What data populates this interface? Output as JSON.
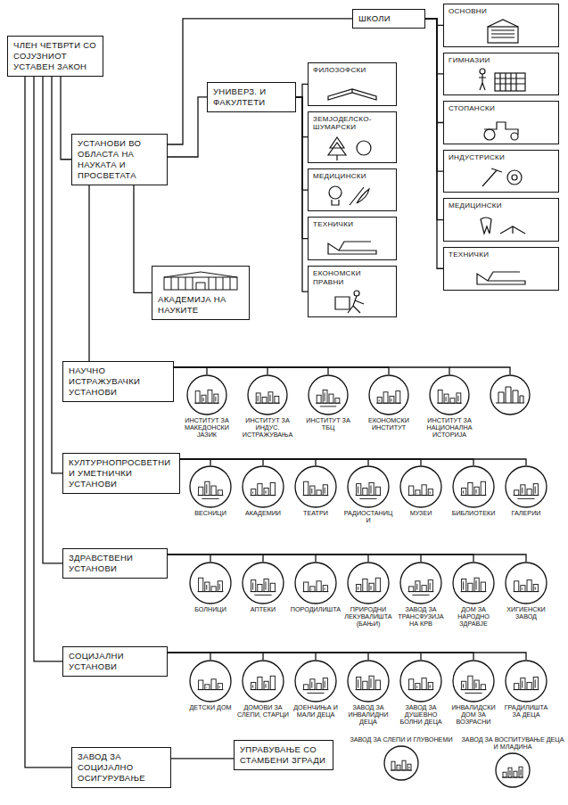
{
  "diagram": {
    "nodes": [
      {
        "text": [
          "ЧЛЕН ЧЕТВРТИ СО СОЈУЗНИОТ УСТАВЕН ЗАКОН"
        ]
      },
      {
        "text": [
          "ШКОЛИ"
        ]
      },
      {
        "text": [
          "ОСНОВНИ"
        ]
      },
      {
        "text": [
          "ГИМНАЗИИ"
        ]
      },
      {
        "text": [
          "СТОПАНСКИ"
        ]
      },
      {
        "text": [
          "ИНДУСТРИСКИ"
        ]
      },
      {
        "text": [
          "МЕДИЦИНСКИ"
        ]
      },
      {
        "text": [
          "ТЕХНИЧКИ"
        ]
      },
      {
        "text": [
          "УНИВЕРЗ. И ФАКУЛТЕТИ"
        ]
      },
      {
        "text": [
          "ФИЛОЗОФСКИ"
        ]
      },
      {
        "text": [
          "ЗЕМЈОДЕЛСКО-ШУМАРСКИ"
        ]
      },
      {
        "text": [
          "МЕДИЦИНСКИ"
        ]
      },
      {
        "text": [
          "ТЕХНИЧКИ"
        ]
      },
      {
        "text": [
          "ЕКОНОМСКИ ПРАВНИ"
        ]
      },
      {
        "text": [
          "УСТАНОВИ ВО ОБЛАСТА НА НАУКАТА И ПРОСВЕТАТА"
        ]
      },
      {
        "text": [
          "АКАДЕМИЈА НА НАУКИТЕ"
        ]
      },
      {
        "text": [
          "НАУЧНО ИСТРАЖУВАЧКИ УСТАНОВИ"
        ]
      },
      {
        "text": [
          "ИНСТИТУТ ЗА МАКЕДОНСКИ ЈАЗИК"
        ]
      },
      {
        "text": [
          "ИНСТИТУТ ЗА ИНДУС. ИСТРАЖУВАЊА"
        ]
      },
      {
        "text": [
          "ИНСТИТУТ ЗА ТБЦ"
        ]
      },
      {
        "text": [
          "ЕКОНОМСКИ ИНСТИТУТ"
        ]
      },
      {
        "text": [
          "ИНСТИТУТ ЗА НАЦИОНАЛНА ИСТОРИЈА"
        ]
      },
      {
        "text": [
          "КУЛТУРНОПРОСВЕТНИ И УМЕТНИЧКИ УСТАНОВИ"
        ]
      },
      {
        "text": [
          "ВЕСНИЦИ"
        ]
      },
      {
        "text": [
          "АКАДЕМИИ"
        ]
      },
      {
        "text": [
          "ТЕАТРИ"
        ]
      },
      {
        "text": [
          "РАДИОСТАНИЦИ"
        ]
      },
      {
        "text": [
          "МУЗЕИ"
        ]
      },
      {
        "text": [
          "БИБЛИОТЕКИ"
        ]
      },
      {
        "text": [
          "ГАЛЕРИИ"
        ]
      },
      {
        "text": [
          "ЗДРАВСТВЕНИ УСТАНОВИ"
        ]
      },
      {
        "text": [
          "БОЛНИЦИ"
        ]
      },
      {
        "text": [
          "АПТЕКИ"
        ]
      },
      {
        "text": [
          "ПОРОДИЛИШТА"
        ]
      },
      {
        "text": [
          "ПРИРОДНИ ЛЕКУВАЛИШТА (БАЊИ)"
        ]
      },
      {
        "text": [
          "ЗАВОД ЗА ТРАНСФУЗИЈА НА КРВ"
        ]
      },
      {
        "text": [
          "ДОМ ЗА НАРОДНО ЗДРАВЈЕ"
        ]
      },
      {
        "text": [
          "ХИГИЕНСКИ ЗАВОД"
        ]
      },
      {
        "text": [
          "СОЦИЈАЛНИ УСТАНОВИ"
        ]
      },
      {
        "text": [
          "ДЕТСКИ ДОМ"
        ]
      },
      {
        "text": [
          "ДОМОВИ ЗА СЛЕПИ, СТАРЦИ"
        ]
      },
      {
        "text": [
          "ДОЕНЧИЊА И МАЛИ ДЕЦА"
        ]
      },
      {
        "text": [
          "ЗАВОД ЗА ИНВАЛИДНИ ДЕЦА"
        ]
      },
      {
        "text": [
          "ЗАВОД ЗА ДУШЕВНО БОЛНИ ДЕЦА"
        ]
      },
      {
        "text": [
          "ИНВАЛИДСКИ ДОМ ЗА ВОЗРАСНИ"
        ]
      },
      {
        "text": [
          "ГРАДИЛИШТА ЗА ДЕЦА"
        ]
      },
      {
        "text": [
          "ЗАВОД ЗА СОЦИЈАЛНО ОСИГУРУВАЊЕ"
        ]
      },
      {
        "text": [
          "УПРАВУВАЊЕ СО СТАМБЕНИ ЗГРАДИ"
        ]
      },
      {
        "text": [
          "ЗАВОД ЗА СЛЕПИ И ГЛУВОНЕМИ"
        ]
      },
      {
        "text": [
          "ЗАВОД ЗА ВОСПИТУВАЊЕ ДЕЦА И МЛАДИНА"
        ]
      }
    ],
    "edges": [
      {
        "from": 0,
        "to": 14,
        "arrow": "none"
      },
      {
        "from": 0,
        "to": 22,
        "arrow": "none"
      },
      {
        "from": 0,
        "to": 30,
        "arrow": "none"
      },
      {
        "from": 0,
        "to": 38,
        "arrow": "none"
      },
      {
        "from": 0,
        "to": 46,
        "arrow": "none"
      },
      {
        "from": 14,
        "to": 1,
        "arrow": "none"
      },
      {
        "from": 14,
        "to": 8,
        "arrow": "none"
      },
      {
        "from": 14,
        "to": 15,
        "arrow": "none"
      },
      {
        "from": 14,
        "to": 16,
        "arrow": "none"
      },
      {
        "from": 1,
        "to": 2,
        "arrow": "none"
      },
      {
        "from": 1,
        "to": 3,
        "arrow": "none"
      },
      {
        "from": 1,
        "to": 4,
        "arrow": "none"
      },
      {
        "from": 1,
        "to": 5,
        "arrow": "none"
      },
      {
        "from": 1,
        "to": 6,
        "arrow": "none"
      },
      {
        "from": 1,
        "to": 7,
        "arrow": "none"
      },
      {
        "from": 8,
        "to": 9,
        "arrow": "none"
      },
      {
        "from": 8,
        "to": 10,
        "arrow": "none"
      },
      {
        "from": 8,
        "to": 11,
        "arrow": "none"
      },
      {
        "from": 8,
        "to": 12,
        "arrow": "none"
      },
      {
        "from": 8,
        "to": 13,
        "arrow": "none"
      },
      {
        "from": 16,
        "to": 17,
        "arrow": "none"
      },
      {
        "from": 16,
        "to": 18,
        "arrow": "none"
      },
      {
        "from": 16,
        "to": 19,
        "arrow": "none"
      },
      {
        "from": 16,
        "to": 20,
        "arrow": "none"
      },
      {
        "from": 16,
        "to": 21,
        "arrow": "none"
      },
      {
        "from": 22,
        "to": 23,
        "arrow": "none"
      },
      {
        "from": 22,
        "to": 24,
        "arrow": "none"
      },
      {
        "from": 22,
        "to": 25,
        "arrow": "none"
      },
      {
        "from": 22,
        "to": 26,
        "arrow": "none"
      },
      {
        "from": 22,
        "to": 27,
        "arrow": "none"
      },
      {
        "from": 22,
        "to": 28,
        "arrow": "none"
      },
      {
        "from": 22,
        "to": 29,
        "arrow": "none"
      },
      {
        "from": 30,
        "to": 31,
        "arrow": "none"
      },
      {
        "from": 30,
        "to": 32,
        "arrow": "none"
      },
      {
        "from": 30,
        "to": 33,
        "arrow": "none"
      },
      {
        "from": 30,
        "to": 34,
        "arrow": "none"
      },
      {
        "from": 30,
        "to": 35,
        "arrow": "none"
      },
      {
        "from": 30,
        "to": 36,
        "arrow": "none"
      },
      {
        "from": 30,
        "to": 37,
        "arrow": "none"
      },
      {
        "from": 38,
        "to": 39,
        "arrow": "none"
      },
      {
        "from": 38,
        "to": 40,
        "arrow": "none"
      },
      {
        "from": 38,
        "to": 41,
        "arrow": "none"
      },
      {
        "from": 38,
        "to": 42,
        "arrow": "none"
      },
      {
        "from": 38,
        "to": 43,
        "arrow": "none"
      },
      {
        "from": 38,
        "to": 44,
        "arrow": "none"
      },
      {
        "from": 38,
        "to": 45,
        "arrow": "none"
      },
      {
        "from": 46,
        "to": 47,
        "arrow": "none"
      }
    ]
  }
}
